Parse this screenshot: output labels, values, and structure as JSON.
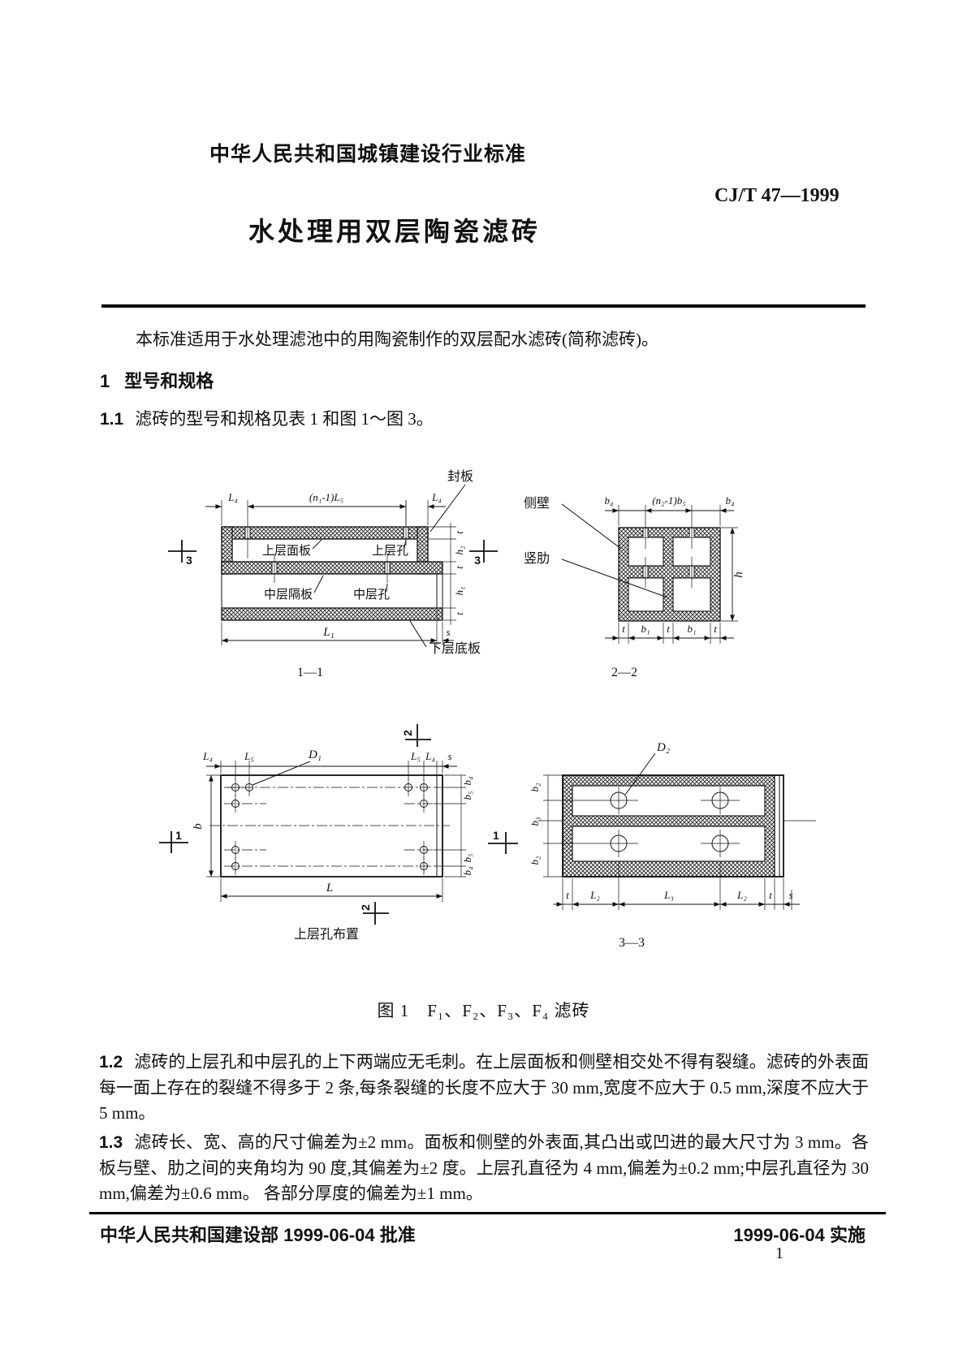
{
  "page": {
    "header": "中华人民共和国城镇建设行业标准",
    "standard_no": "CJ/T 47—1999",
    "title": "水处理用双层陶瓷滤砖",
    "scope": "本标准适用于水处理滤池中的用陶瓷制作的双层配水滤砖(简称滤砖)。",
    "section1": {
      "num": "1",
      "title": "型号和规格"
    },
    "clause11": {
      "num": "1.1",
      "text": "滤砖的型号和规格见表 1 和图 1～图 3。"
    },
    "clause12": {
      "num": "1.2",
      "text": "滤砖的上层孔和中层孔的上下两端应无毛刺。在上层面板和侧壁相交处不得有裂缝。滤砖的外表面每一面上存在的裂缝不得多于 2 条,每条裂缝的长度不应大于 30 mm,宽度不应大于 0.5 mm,深度不应大于 5 mm。"
    },
    "clause13": {
      "num": "1.3",
      "text": "滤砖长、宽、高的尺寸偏差为±2 mm。面板和侧壁的外表面,其凸出或凹进的最大尺寸为 3 mm。各板与壁、肋之间的夹角均为 90 度,其偏差为±2 度。上层孔直径为 4 mm,偏差为±0.2 mm;中层孔直径为 30 mm,偏差为±0.6 mm。 各部分厚度的偏差为±1 mm。"
    },
    "footer": {
      "approve": "中华人民共和国建设部 1999-06-04 批准",
      "implement": "1999-06-04 实施",
      "page_no": "1"
    }
  },
  "figure1": {
    "caption": "图 1　F₁、F₂、F₃、F₄ 滤砖",
    "view_11": {
      "name": "1—1",
      "dim_L4": "L₄",
      "dim_n1L5": "(n₁-1)L₅",
      "label_seal_plate": "封板",
      "label_upper_panel": "上层面板",
      "label_upper_hole": "上层孔",
      "label_mid_plate": "中层隔板",
      "label_mid_hole": "中层孔",
      "label_bottom_plate": "下层底板",
      "dim_t": "t",
      "dim_h2": "h₂",
      "dim_h1": "h₁",
      "dim_L1": "L₁",
      "dim_s": "s",
      "marker": "3"
    },
    "view_22": {
      "name": "2—2",
      "dim_b4": "b₄",
      "dim_n2b5": "(n₂-1)b₅",
      "label_side_wall": "侧壁",
      "label_rib": "竖肋",
      "dim_h": "h",
      "dim_t": "t",
      "dim_b1": "b₁"
    },
    "view_plan": {
      "name": "上层孔布置",
      "dim_L4": "L₄",
      "dim_L5": "L₅",
      "dim_D1": "D₁",
      "dim_s": "s",
      "dim_b": "b",
      "dim_L": "L",
      "dim_b4": "b₄",
      "dim_b5": "b₅",
      "marker_1": "1",
      "marker_2": "2"
    },
    "view_33": {
      "name": "3—3",
      "dim_D2": "D₂",
      "dim_b2": "b₂",
      "dim_b3": "b₃",
      "dim_t": "t",
      "dim_L2": "L₂",
      "dim_L3": "L₃",
      "dim_s": "s",
      "marker_1": "1"
    }
  }
}
